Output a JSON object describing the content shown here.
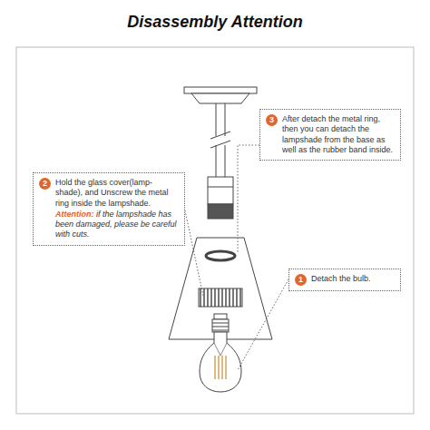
{
  "diagram": {
    "title": "Disassembly Attention",
    "nodes": [
      {
        "text": [
          "3",
          "After detach the metal ring, then you can detach the lampshade from the base as well as the rubber band inside."
        ]
      },
      {
        "text": [
          "2",
          "Hold the glass cover(lamp-shade), and Unscrew the metal ring inside the lampshade.",
          "Attention:",
          "if the lampshade has been damaged, please be careful with cuts."
        ]
      },
      {
        "text": [
          "1",
          "Detach the bulb."
        ]
      }
    ]
  }
}
